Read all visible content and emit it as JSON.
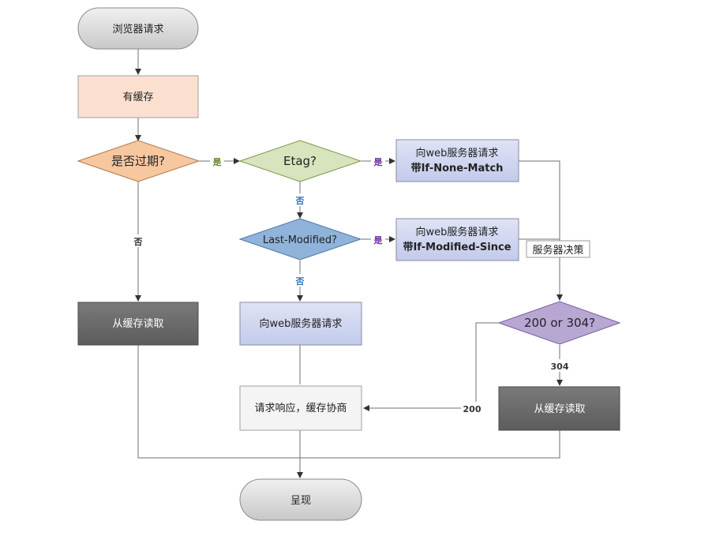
{
  "nodes": {
    "start": "浏览器请求",
    "has_cache": "有缓存",
    "expired": "是否过期?",
    "etag": "Etag?",
    "req_if_none_match_1": "向web服务器请求",
    "req_if_none_match_2": "带If-None-Match",
    "last_modified": "Last-Modified?",
    "req_if_modified_1": "向web服务器请求",
    "req_if_modified_2": "带If-Modified-Since",
    "read_cache_left": "从缓存读取",
    "req_server": "向web服务器请求",
    "status_check": "200 or 304?",
    "response": "请求响应，缓存协商",
    "read_cache_right": "从缓存读取",
    "end": "呈现"
  },
  "edges": {
    "expired_yes": "是",
    "expired_no": "否",
    "etag_yes": "是",
    "etag_no": "否",
    "lm_yes": "是",
    "lm_no": "否",
    "server_decision": "服务器决策",
    "code_304": "304",
    "code_200": "200"
  },
  "colors": {
    "terminal": "#d9d9d9",
    "has_cache": "#fbe0d0",
    "expired": "#f7c7a0",
    "etag": "#d7e4bd",
    "last_modified": "#8fb3d9",
    "request": "#ccd3ee",
    "dark": "#6b6b6b",
    "status": "#b9a7d3",
    "response": "#f4f4f4",
    "yes_green": "#6a8a2a",
    "yes_purple": "#7030a0",
    "no_blue": "#2e74b5"
  }
}
